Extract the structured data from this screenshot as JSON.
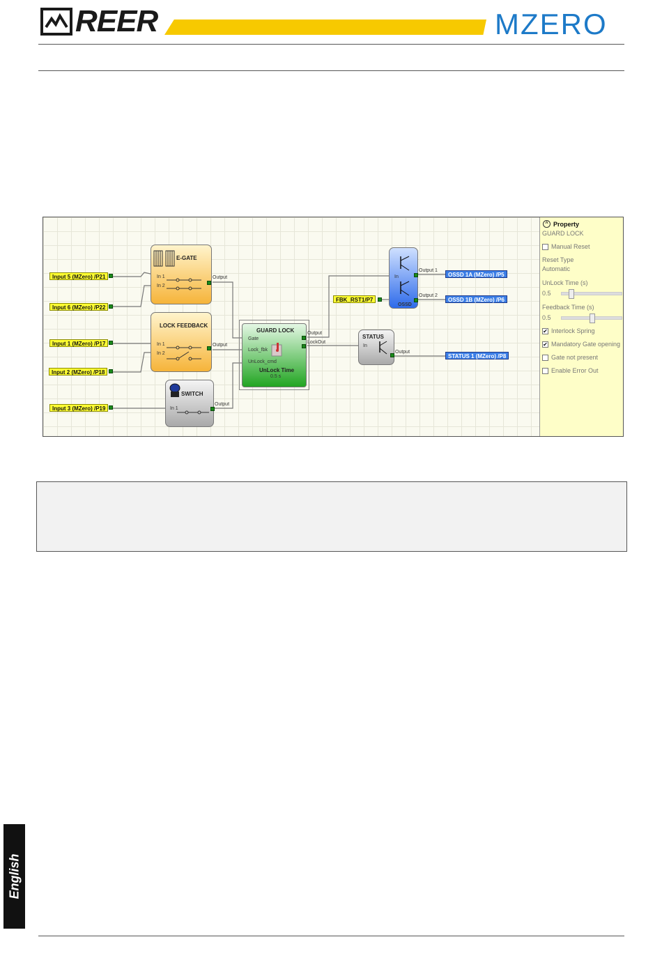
{
  "header": {
    "brand_left": "REER",
    "brand_right": "MZERO"
  },
  "side_tab": "English",
  "diagram": {
    "inputs": [
      {
        "id": "in5",
        "label": "Input 5 (MZero) /P21"
      },
      {
        "id": "in6",
        "label": "Input 6 (MZero) /P22"
      },
      {
        "id": "in1",
        "label": "Input 1 (MZero) /P17"
      },
      {
        "id": "in2",
        "label": "Input 2 (MZero) /P18"
      },
      {
        "id": "in3",
        "label": "Input 3 (MZero) /P19"
      },
      {
        "id": "fbk",
        "label": "FBK_RST1/P7"
      }
    ],
    "outputs": [
      {
        "id": "ossd1a",
        "label": "OSSD 1A (MZero)  /P5"
      },
      {
        "id": "ossd1b",
        "label": "OSSD 1B (MZero)  /P6"
      },
      {
        "id": "status1",
        "label": "STATUS 1 (MZero) /P8"
      }
    ],
    "blocks": {
      "egate": {
        "title": "E-GATE",
        "in1": "In 1",
        "in2": "In 2",
        "out": "Output"
      },
      "lockfb": {
        "title": "LOCK FEEDBACK",
        "in1": "In 1",
        "in2": "In 2",
        "out": "Output"
      },
      "switch": {
        "title": "SWITCH",
        "in1": "In 1",
        "out": "Output"
      },
      "guardlock": {
        "title": "GUARD LOCK",
        "gate": "Gate",
        "lockfbk": "Lock_fbk",
        "unlock": "UnLock_cmd",
        "out": "Output",
        "lockout": "LockOut",
        "timer_label": "UnLock Time",
        "timer_value": "0.5 s"
      },
      "ossd": {
        "title": "OSSD",
        "in": "In",
        "out1": "Output 1",
        "out2": "Output 2"
      },
      "status": {
        "title": "STATUS",
        "in": "In",
        "out": "Output"
      }
    }
  },
  "property": {
    "title": "Property",
    "block_name": "GUARD LOCK",
    "manual_reset": {
      "label": "Manual Reset",
      "checked": false
    },
    "reset_type_label": "Reset Type",
    "reset_type_value": "Automatic",
    "unlock_time_label": "UnLock Time (s)",
    "unlock_time_value": "0.5",
    "unlock_time_fraction": 0.12,
    "feedback_time_label": "Feedback Time (s)",
    "feedback_time_value": "0.5",
    "feedback_time_fraction": 0.5,
    "interlock_spring": {
      "label": "Interlock Spring",
      "checked": true
    },
    "mandatory_gate": {
      "label": "Mandatory Gate opening",
      "checked": true
    },
    "gate_not_present": {
      "label": "Gate not present",
      "checked": false
    },
    "enable_error_out": {
      "label": "Enable Error Out",
      "checked": false
    }
  },
  "colors": {
    "brand_yellow": "#f7c900",
    "brand_blue": "#1d7ac8",
    "input_tag": "#ffff33",
    "output_tag": "#3b7ee6",
    "panel": "#fefec8"
  }
}
